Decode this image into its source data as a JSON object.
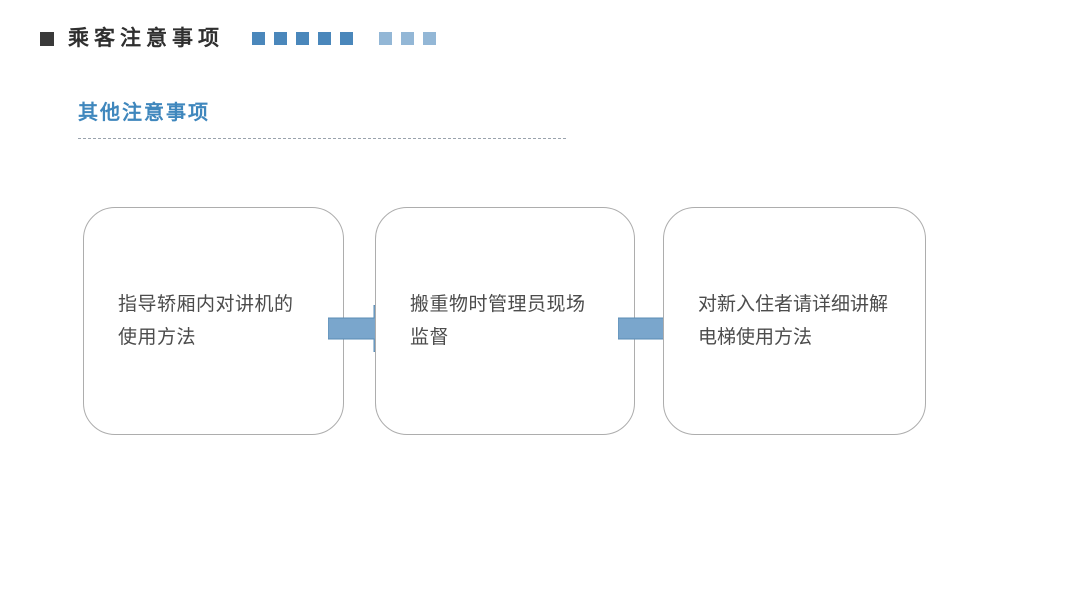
{
  "header": {
    "bullet_icon": "filled-square-icon",
    "title": "乘客注意事项",
    "squares": [
      {
        "tone": "dark"
      },
      {
        "tone": "dark"
      },
      {
        "tone": "dark"
      },
      {
        "tone": "dark"
      },
      {
        "tone": "dark"
      },
      {
        "tone": "light"
      },
      {
        "tone": "light"
      },
      {
        "tone": "light"
      }
    ]
  },
  "section": {
    "subtitle": "其他注意事项"
  },
  "flow": {
    "nodes": [
      {
        "text": "指导轿厢内对讲机的使用方法"
      },
      {
        "text": "搬重物时管理员现场监督"
      },
      {
        "text": "对新入住者请详细讲解电梯使用方法"
      }
    ],
    "arrows": [
      {
        "icon": "arrow-right-icon"
      },
      {
        "icon": "arrow-right-icon"
      }
    ]
  },
  "colors": {
    "accent_blue": "#3f87bd",
    "square_dark": "#4a87bb",
    "square_light": "#93b7d6",
    "arrow_fill": "#7aa6cc",
    "arrow_stroke": "#5b8cb5",
    "node_border": "#adadad",
    "body_text": "#4c4c4c",
    "title_text": "#2f2f2f",
    "background": "#ffffff"
  }
}
